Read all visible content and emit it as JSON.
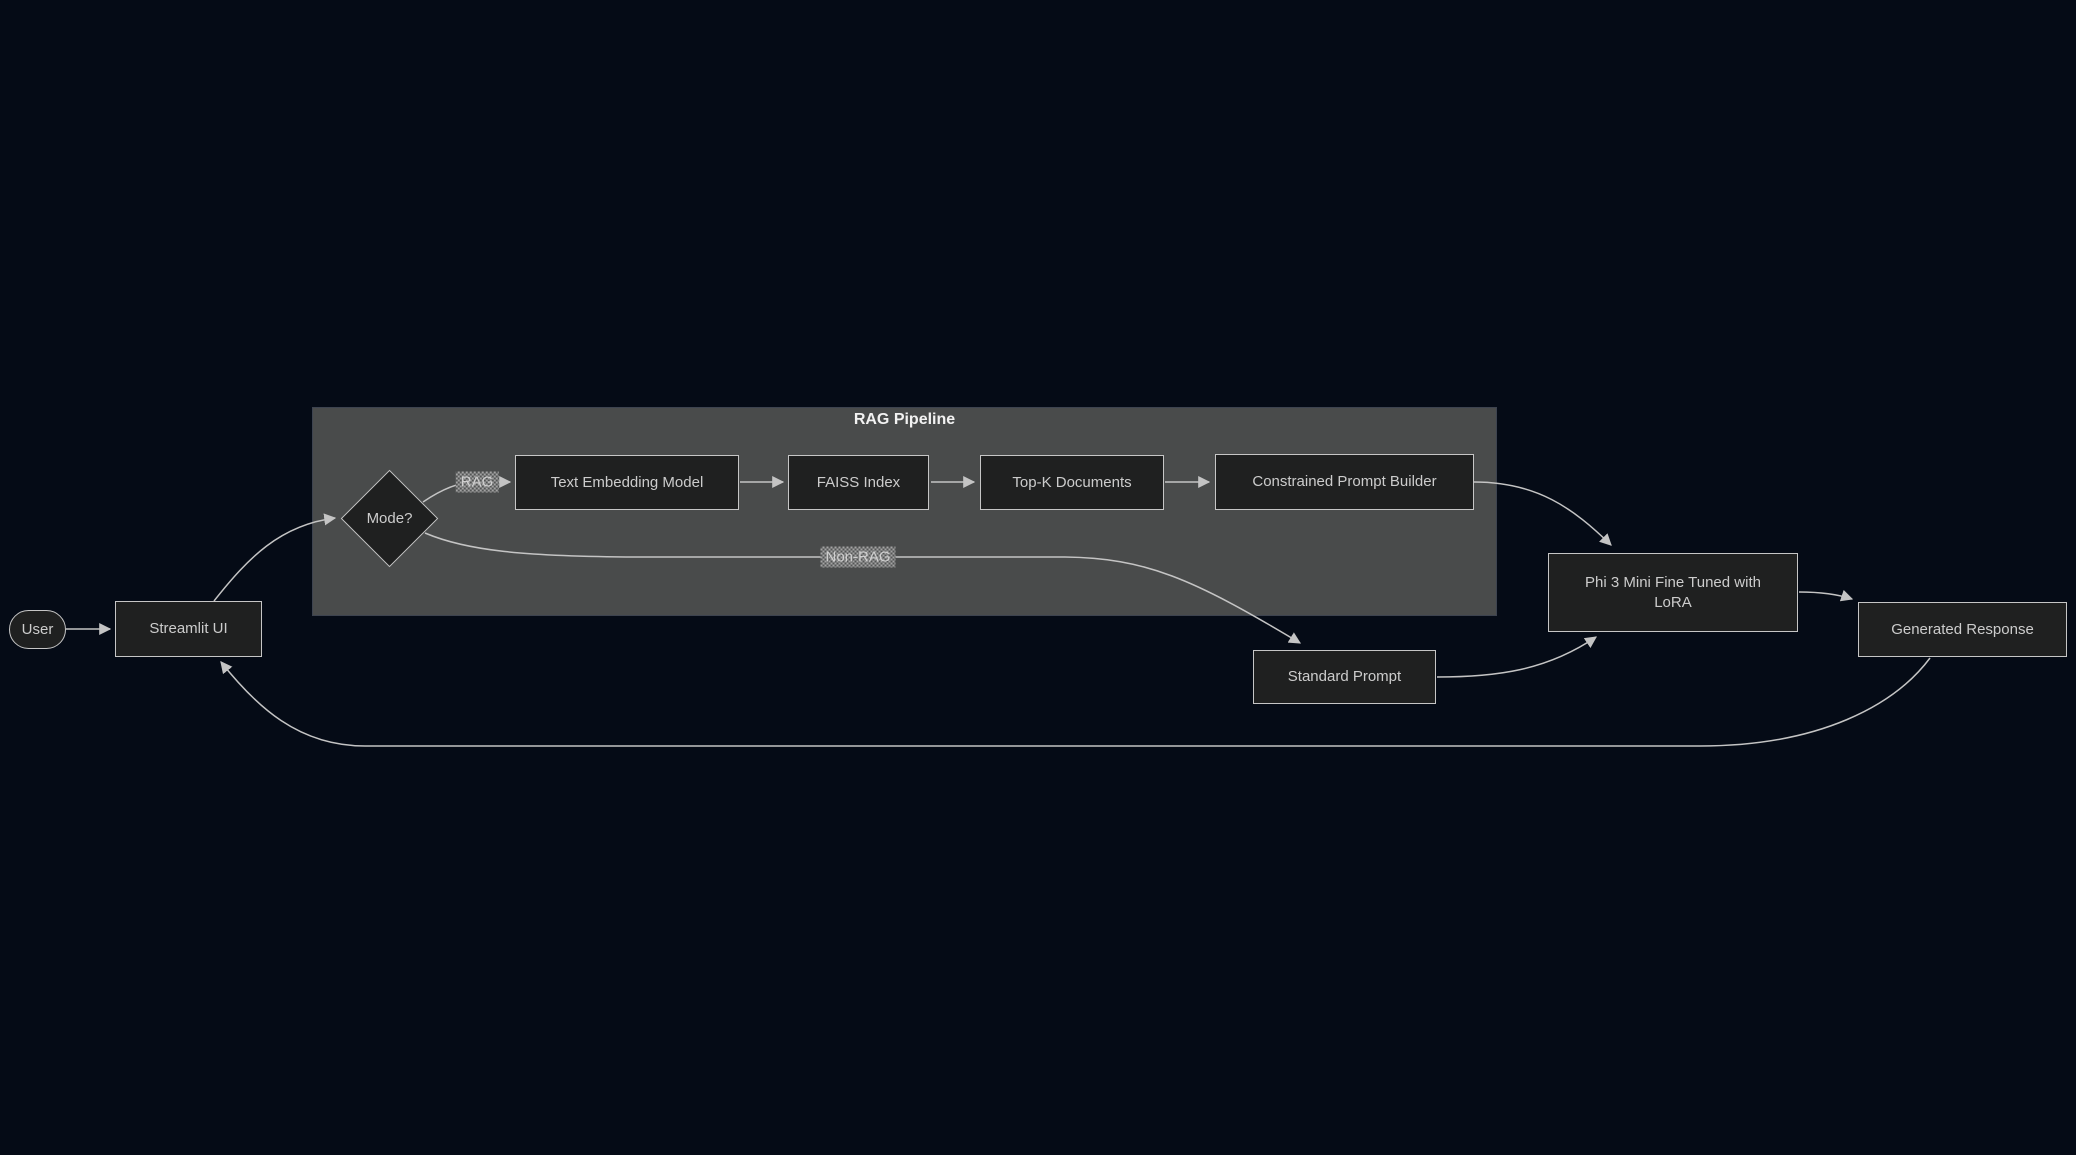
{
  "diagram": {
    "cluster_title": "RAG Pipeline",
    "nodes": {
      "user": "User",
      "streamlit_ui": "Streamlit UI",
      "mode_decision": "Mode?",
      "text_embedding_model": "Text Embedding Model",
      "faiss_index": "FAISS Index",
      "top_k_documents": "Top-K Documents",
      "constrained_prompt_builder": "Constrained Prompt Builder",
      "phi3_mini": "Phi 3 Mini Fine Tuned with\nLoRA",
      "standard_prompt": "Standard Prompt",
      "generated_response": "Generated Response"
    },
    "edge_labels": {
      "rag": "RAG",
      "non_rag": "Non-RAG"
    },
    "edges": [
      {
        "from": "User",
        "to": "Streamlit UI",
        "label": ""
      },
      {
        "from": "Streamlit UI",
        "to": "Mode?",
        "label": ""
      },
      {
        "from": "Mode?",
        "to": "Text Embedding Model",
        "label": "RAG"
      },
      {
        "from": "Text Embedding Model",
        "to": "FAISS Index",
        "label": ""
      },
      {
        "from": "FAISS Index",
        "to": "Top-K Documents",
        "label": ""
      },
      {
        "from": "Top-K Documents",
        "to": "Constrained Prompt Builder",
        "label": ""
      },
      {
        "from": "Constrained Prompt Builder",
        "to": "Phi 3 Mini Fine Tuned with LoRA",
        "label": ""
      },
      {
        "from": "Mode?",
        "to": "Standard Prompt",
        "label": "Non-RAG"
      },
      {
        "from": "Standard Prompt",
        "to": "Phi 3 Mini Fine Tuned with LoRA",
        "label": ""
      },
      {
        "from": "Phi 3 Mini Fine Tuned with LoRA",
        "to": "Generated Response",
        "label": ""
      },
      {
        "from": "Generated Response",
        "to": "Streamlit UI",
        "label": ""
      }
    ],
    "colors": {
      "background": "#050b16",
      "cluster_fill": "#494b4b",
      "cluster_border": "#3d434f",
      "node_fill": "#1f2020",
      "node_border": "#c6c6c6",
      "edge_stroke": "#c4c4c4",
      "node_text": "#cccccc",
      "title_text": "#f2f2f2"
    }
  }
}
